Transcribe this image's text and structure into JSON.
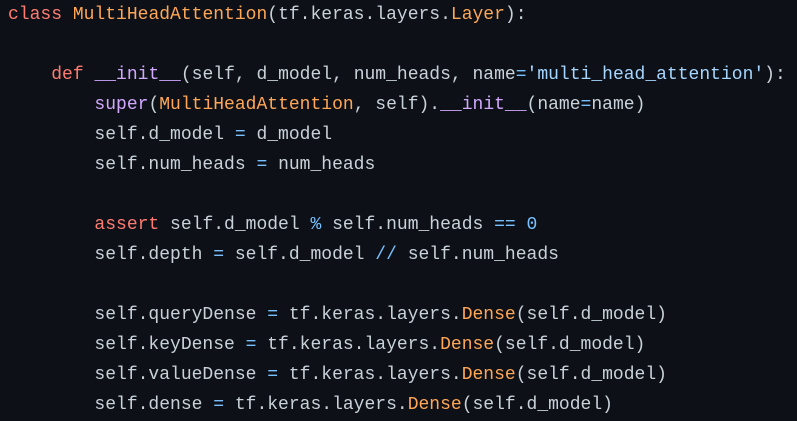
{
  "theme": {
    "background": "#0d1117",
    "text": "#c9d1d9",
    "keyword": "#ff7b72",
    "class_name": "#ffa657",
    "builtin_function": "#d2a8ff",
    "operator": "#79c0ff",
    "string": "#a5d6ff",
    "number": "#79c0ff"
  },
  "code": {
    "lines": [
      [
        {
          "t": "kw",
          "v": "class"
        },
        {
          "t": "plain",
          "v": " "
        },
        {
          "t": "cls",
          "v": "MultiHeadAttention"
        },
        {
          "t": "plain",
          "v": "(tf.keras.layers."
        },
        {
          "t": "cls",
          "v": "Layer"
        },
        {
          "t": "plain",
          "v": "):"
        }
      ],
      [],
      [
        {
          "t": "plain",
          "v": "    "
        },
        {
          "t": "kw",
          "v": "def"
        },
        {
          "t": "plain",
          "v": " "
        },
        {
          "t": "fn",
          "v": "__init__"
        },
        {
          "t": "plain",
          "v": "(self, d_model, num_heads, name"
        },
        {
          "t": "op",
          "v": "="
        },
        {
          "t": "str",
          "v": "'multi_head_attention'"
        },
        {
          "t": "plain",
          "v": "):"
        }
      ],
      [
        {
          "t": "plain",
          "v": "        "
        },
        {
          "t": "fn",
          "v": "super"
        },
        {
          "t": "plain",
          "v": "("
        },
        {
          "t": "cls",
          "v": "MultiHeadAttention"
        },
        {
          "t": "plain",
          "v": ", self)."
        },
        {
          "t": "fn",
          "v": "__init__"
        },
        {
          "t": "plain",
          "v": "(name"
        },
        {
          "t": "op",
          "v": "="
        },
        {
          "t": "plain",
          "v": "name)"
        }
      ],
      [
        {
          "t": "plain",
          "v": "        self.d_model "
        },
        {
          "t": "op",
          "v": "="
        },
        {
          "t": "plain",
          "v": " d_model"
        }
      ],
      [
        {
          "t": "plain",
          "v": "        self.num_heads "
        },
        {
          "t": "op",
          "v": "="
        },
        {
          "t": "plain",
          "v": " num_heads"
        }
      ],
      [],
      [
        {
          "t": "plain",
          "v": "        "
        },
        {
          "t": "kw",
          "v": "assert"
        },
        {
          "t": "plain",
          "v": " self.d_model "
        },
        {
          "t": "op",
          "v": "%"
        },
        {
          "t": "plain",
          "v": " self.num_heads "
        },
        {
          "t": "op",
          "v": "=="
        },
        {
          "t": "plain",
          "v": " "
        },
        {
          "t": "num",
          "v": "0"
        }
      ],
      [
        {
          "t": "plain",
          "v": "        self.depth "
        },
        {
          "t": "op",
          "v": "="
        },
        {
          "t": "plain",
          "v": " self.d_model "
        },
        {
          "t": "op",
          "v": "//"
        },
        {
          "t": "plain",
          "v": " self.num_heads"
        }
      ],
      [],
      [
        {
          "t": "plain",
          "v": "        self.queryDense "
        },
        {
          "t": "op",
          "v": "="
        },
        {
          "t": "plain",
          "v": " tf.keras.layers."
        },
        {
          "t": "cls",
          "v": "Dense"
        },
        {
          "t": "plain",
          "v": "(self.d_model)"
        }
      ],
      [
        {
          "t": "plain",
          "v": "        self.keyDense "
        },
        {
          "t": "op",
          "v": "="
        },
        {
          "t": "plain",
          "v": " tf.keras.layers."
        },
        {
          "t": "cls",
          "v": "Dense"
        },
        {
          "t": "plain",
          "v": "(self.d_model)"
        }
      ],
      [
        {
          "t": "plain",
          "v": "        self.valueDense "
        },
        {
          "t": "op",
          "v": "="
        },
        {
          "t": "plain",
          "v": " tf.keras.layers."
        },
        {
          "t": "cls",
          "v": "Dense"
        },
        {
          "t": "plain",
          "v": "(self.d_model)"
        }
      ],
      [
        {
          "t": "plain",
          "v": "        self.dense "
        },
        {
          "t": "op",
          "v": "="
        },
        {
          "t": "plain",
          "v": " tf.keras.layers."
        },
        {
          "t": "cls",
          "v": "Dense"
        },
        {
          "t": "plain",
          "v": "(self.d_model)"
        }
      ]
    ]
  }
}
